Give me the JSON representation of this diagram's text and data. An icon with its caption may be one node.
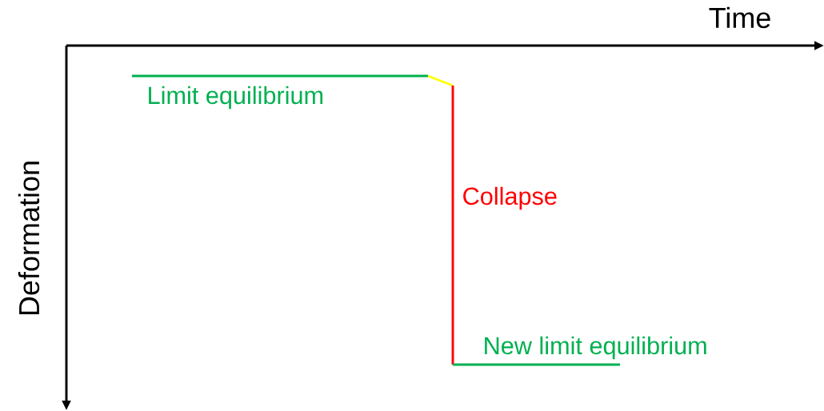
{
  "diagram": {
    "labels": [
      "Time",
      "Deformation",
      "Limit equilibrium",
      "Collapse",
      "New limit equilibrium"
    ]
  }
}
